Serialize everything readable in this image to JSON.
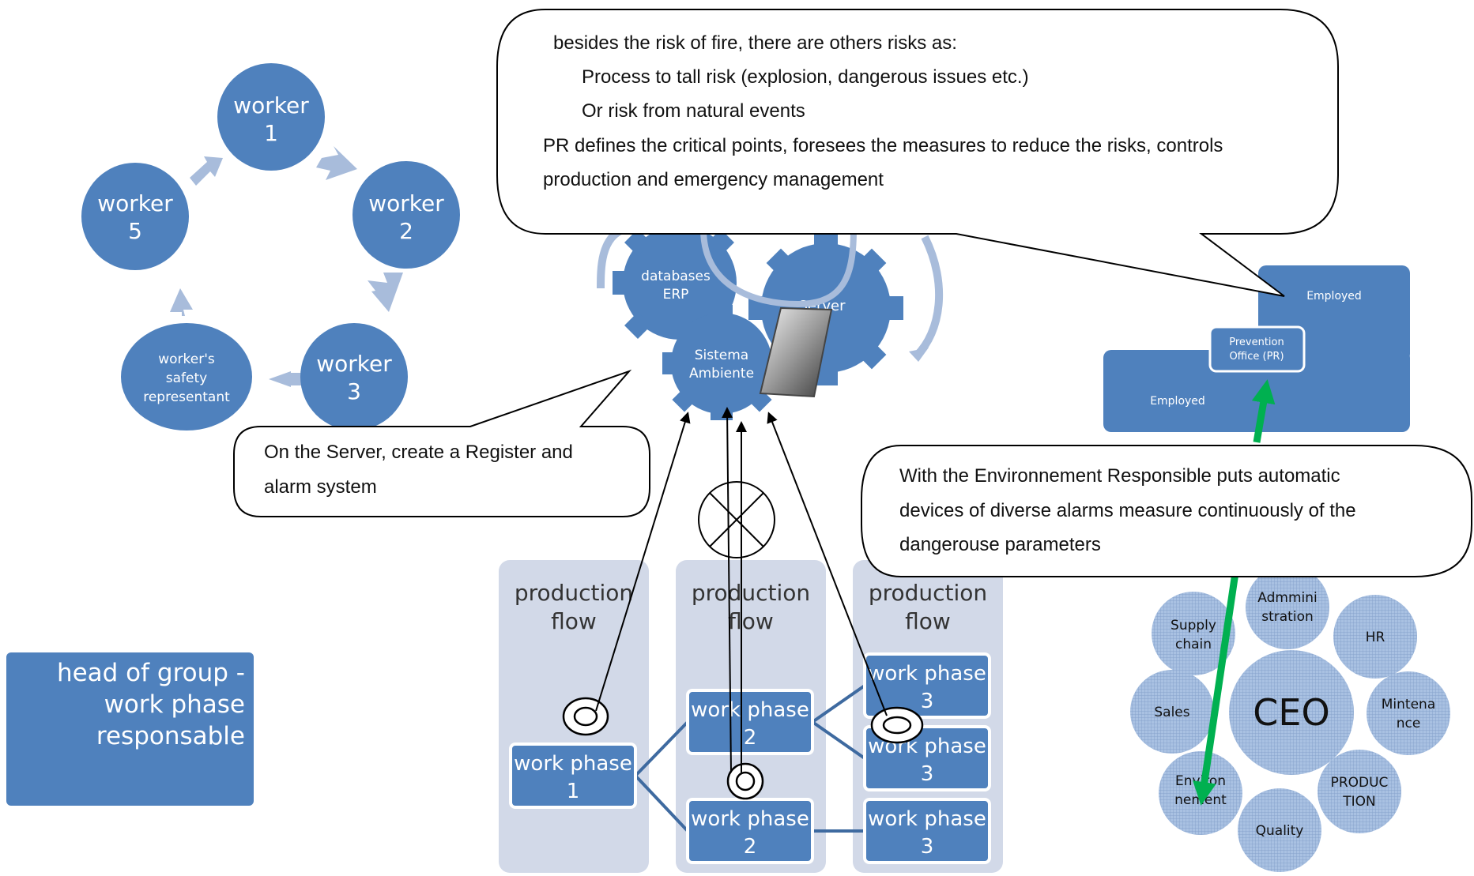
{
  "workers_cycle": {
    "nodes": [
      {
        "line1": "worker",
        "line2": "1"
      },
      {
        "line1": "worker",
        "line2": "2"
      },
      {
        "line1": "worker",
        "line2": "3"
      },
      {
        "line1": "worker's",
        "line2": "safety",
        "line3": "representant"
      },
      {
        "line1": "worker",
        "line2": "5"
      }
    ]
  },
  "head_of_group": {
    "line1": "head of group -",
    "line2": "work phase",
    "line3": "responsable"
  },
  "gears": {
    "databases": {
      "line1": "databases",
      "line2": "ERP"
    },
    "sistema": {
      "line1": "Sistema",
      "line2": "Ambiente"
    },
    "server": {
      "line1": "Server"
    }
  },
  "callouts": {
    "top": {
      "lines": [
        "besides the risk of fire, there are others risks as:",
        "Process to tall risk (explosion, dangerous issues etc.)",
        "Or risk from natural events",
        "PR defines the critical points, foresees the measures to reduce the risks, controls",
        "production and emergency management"
      ]
    },
    "server": {
      "lines": [
        "On the Server, create a Register and",
        "alarm system"
      ]
    },
    "environment": {
      "lines": [
        "With the Environnement Responsible puts automatic",
        "devices of diverse alarms measure continuously of the",
        "dangerouse parameters"
      ]
    }
  },
  "production": {
    "columns": [
      {
        "line1": "production",
        "line2": "flow"
      },
      {
        "line1": "production",
        "line2": "flow"
      },
      {
        "line1": "production",
        "line2": "flow"
      }
    ],
    "phases": [
      {
        "line1": "work phase",
        "line2": "1"
      },
      {
        "line1": "work phase",
        "line2": "2"
      },
      {
        "line1": "work phase",
        "line2": "2"
      },
      {
        "line1": "work phase",
        "line2": "3"
      },
      {
        "line1": "work phase",
        "line2": "3"
      },
      {
        "line1": "work phase",
        "line2": "3"
      }
    ]
  },
  "prevention": {
    "top_label": "Employed",
    "bottom_label": "Employed",
    "office_line1": "Prevention",
    "office_line2": "Office (PR)"
  },
  "org": {
    "center": "CEO",
    "departments": [
      {
        "line1": "Admmini",
        "line2": "stration"
      },
      {
        "line1": "HR"
      },
      {
        "line1": "Mintena",
        "line2": "nce"
      },
      {
        "line1": "PRODUC",
        "line2": "TION"
      },
      {
        "line1": "Quality"
      },
      {
        "line1": "Environ",
        "line2": "nement"
      },
      {
        "line1": "Sales"
      },
      {
        "line1": "Supply",
        "line2": "chain"
      }
    ]
  },
  "colors": {
    "node_blue": "#4f81bd",
    "light_panel": "#d2d9e8",
    "green_arrow": "#00b050",
    "pale_arrow": "#a8bcdb"
  }
}
